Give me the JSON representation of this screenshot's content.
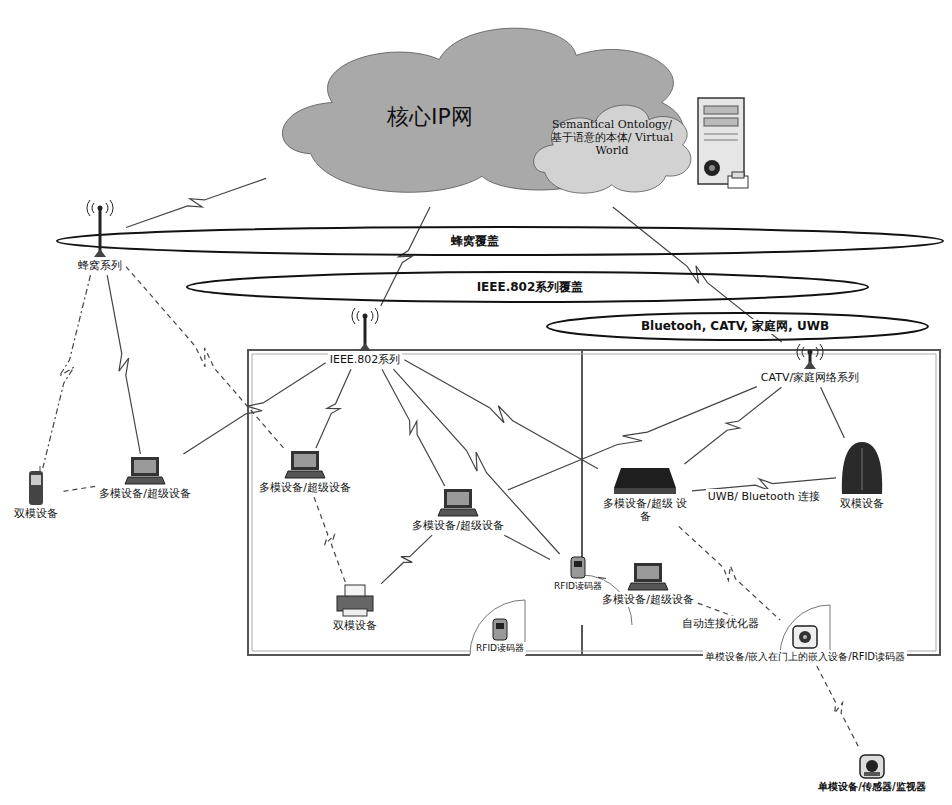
{
  "diagram": {
    "nodes": [
      {
        "text": [
          "核心IP网"
        ]
      },
      {
        "text": [
          "Semantical Ontology/ 基于语意的本体/ Virtual World"
        ],
        "in": 0
      },
      {
        "text": [
          "蜂窝覆盖"
        ]
      },
      {
        "text": [
          "IEEE.802系列覆盖"
        ]
      },
      {
        "text": [
          "Bluetooh, CATV, 家庭网, UWB"
        ]
      },
      {
        "text": [
          "蜂窝系列"
        ]
      },
      {
        "text": [
          "IEEE.802系列"
        ]
      },
      {
        "text": [
          "CATV/家庭网络系列"
        ]
      },
      {
        "text": [
          "多模设备/超级设备"
        ]
      },
      {
        "text": [
          "双模设备"
        ]
      },
      {
        "text": [
          "多模设备/超级设备"
        ]
      },
      {
        "text": [
          "多模设备/超级设备"
        ]
      },
      {
        "text": [
          "双模设备"
        ]
      },
      {
        "text": [
          "RFID读码器"
        ]
      },
      {
        "text": [
          "RFID读码器"
        ]
      },
      {
        "text": [
          "多模设备/超级 设备"
        ]
      },
      {
        "text": [
          "双模设备"
        ]
      },
      {
        "text": [
          "多模设备/超级设备"
        ]
      },
      {
        "text": [
          "单模设备/嵌入在门上的嵌入设备/RFID读码器"
        ]
      },
      {
        "text": [
          "单模设备/传感器/监视器"
        ]
      }
    ],
    "edges": [
      {
        "from": 5,
        "to": 0,
        "arrow": "none"
      },
      {
        "from": 6,
        "to": 0,
        "arrow": "none"
      },
      {
        "from": 7,
        "to": 0,
        "arrow": "none"
      },
      {
        "from": 5,
        "to": 9,
        "arrow": "none"
      },
      {
        "from": 5,
        "to": 8,
        "arrow": "none"
      },
      {
        "from": 5,
        "to": 10,
        "arrow": "none"
      },
      {
        "from": 8,
        "to": 9,
        "arrow": "none"
      },
      {
        "from": 8,
        "to": 6,
        "arrow": "none"
      },
      {
        "from": 6,
        "to": 10,
        "arrow": "none"
      },
      {
        "from": 6,
        "to": 11,
        "arrow": "none"
      },
      {
        "from": 6,
        "to": 15,
        "arrow": "none"
      },
      {
        "from": 6,
        "to": 13,
        "arrow": "none"
      },
      {
        "from": 10,
        "to": 12,
        "arrow": "none"
      },
      {
        "from": 11,
        "to": 12,
        "arrow": "none"
      },
      {
        "from": 11,
        "to": 7,
        "arrow": "none"
      },
      {
        "from": 11,
        "to": 13,
        "arrow": "none"
      },
      {
        "from": 7,
        "to": 15,
        "arrow": "none"
      },
      {
        "from": 7,
        "to": 16,
        "arrow": "none"
      },
      {
        "from": 15,
        "to": 16,
        "label": "UWB/ Bluetooth 连接",
        "arrow": "none"
      },
      {
        "from": 15,
        "to": 18,
        "arrow": "none"
      },
      {
        "from": 17,
        "to": 18,
        "label": "自动连接优化器",
        "arrow": "none"
      },
      {
        "from": 18,
        "to": 19,
        "arrow": "none"
      },
      {
        "from": 13,
        "to": 17,
        "arrow": "none"
      }
    ]
  }
}
